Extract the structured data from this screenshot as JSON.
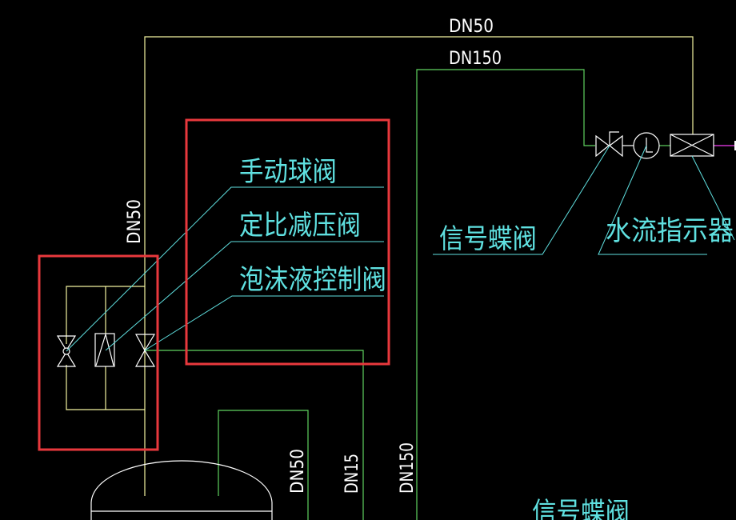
{
  "drawing": {
    "background": "#000000",
    "colors": {
      "pipe_dn50": "#f2f2a0",
      "pipe_dn150": "#5fd35f",
      "symbol": "#ffffff",
      "leader": "#5fe0e0",
      "highlight_box": "#e8383d",
      "pipe_outlet": "#cc33cc"
    },
    "pipe_labels": {
      "top_dn50": "DN50",
      "top_dn150": "DN150",
      "left_vertical_dn50": "DN50",
      "bottom_dn50": "DN50",
      "bottom_dn15": "DN15",
      "bottom_dn150": "DN150"
    },
    "callouts": {
      "manual_ball_valve": "手动球阀",
      "proportional_pressure_reducing_valve": "定比减压阀",
      "foam_liquid_control_valve": "泡沫液控制阀",
      "signal_butterfly_valve": "信号蝶阀",
      "water_flow_indicator": "水流指示器",
      "signal_butterfly_valve_lower": "信号蝶阀"
    }
  }
}
